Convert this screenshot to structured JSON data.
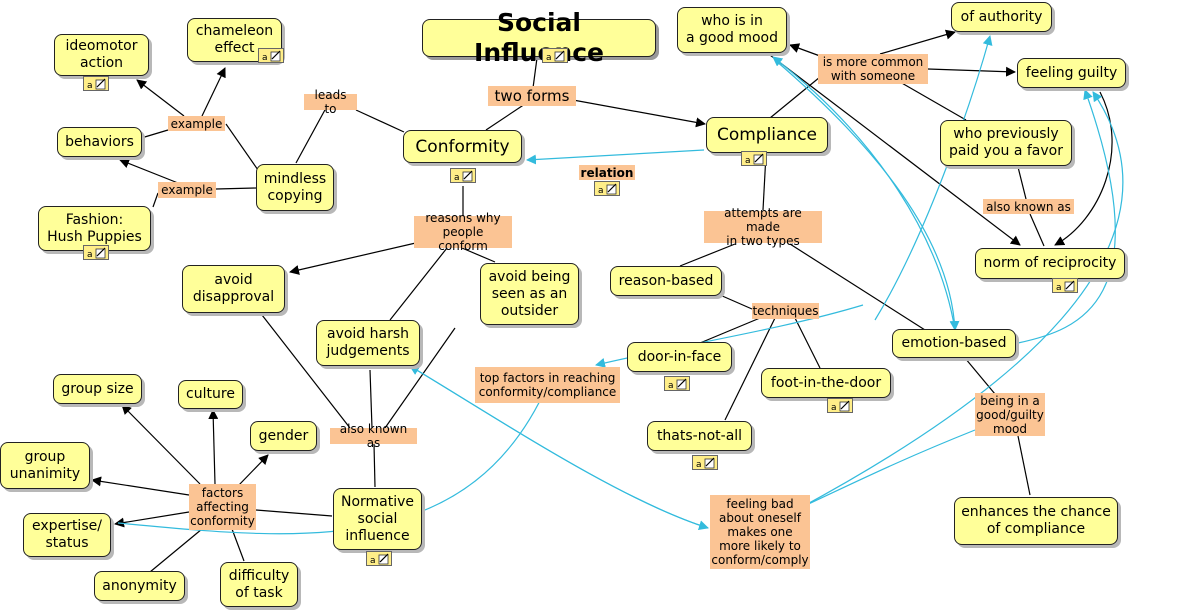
{
  "diagram": {
    "title": "Social Influence",
    "nodes": {
      "conformity": "Conformity",
      "compliance": "Compliance",
      "ideomotor": "ideomotor\naction",
      "chameleon": "chameleon\neffect",
      "behaviors": "behaviors",
      "fashion": "Fashion:\nHush Puppies",
      "mindless": "mindless\ncopying",
      "good_mood": "who is in\na good mood",
      "authority": "of authority",
      "guilty": "feeling guilty",
      "prev_favor": "who previously\npaid you a favor",
      "reciprocity": "norm of reciprocity",
      "avoid_disapproval": "avoid\ndisapproval",
      "avoid_outsider": "avoid being\nseen as an\noutsider",
      "avoid_harsh": "avoid harsh\njudgements",
      "reason_based": "reason-based",
      "door_in_face": "door-in-face",
      "foot_in_door": "foot-in-the-door",
      "thats_not_all": "thats-not-all",
      "emotion_based": "emotion-based",
      "enhances": "enhances the chance\nof compliance",
      "group_size": "group size",
      "culture": "culture",
      "gender": "gender",
      "unanimity": "group\nunanimity",
      "expertise": "expertise/\nstatus",
      "anonymity": "anonymity",
      "difficulty": "difficulty\nof task",
      "normative": "Normative\nsocial\ninfluence"
    },
    "links": {
      "two_forms": "two forms",
      "leads_to": "leads to",
      "example1": "example",
      "example2": "example",
      "relation": "relation",
      "more_common": "is more common\nwith someone",
      "also_known_as1": "also known as",
      "reasons": "reasons why\npeople conform",
      "attempts": "attempts are made\nin two types",
      "techniques": "techniques",
      "top_factors": "top factors in reaching\nconformity/compliance",
      "also_known_as2": "also known as",
      "factors": "factors\naffecting\nconformity",
      "good_guilty": "being in a\ngood/guilty\nmood",
      "feeling_bad": "feeling bad\nabout oneself\nmakes one\nmore likely to\nconform/comply"
    },
    "colors": {
      "node_fill": "#ffff99",
      "link_fill": "#fbc494",
      "cross_link": "#33bbdd",
      "edge": "#000000"
    }
  }
}
